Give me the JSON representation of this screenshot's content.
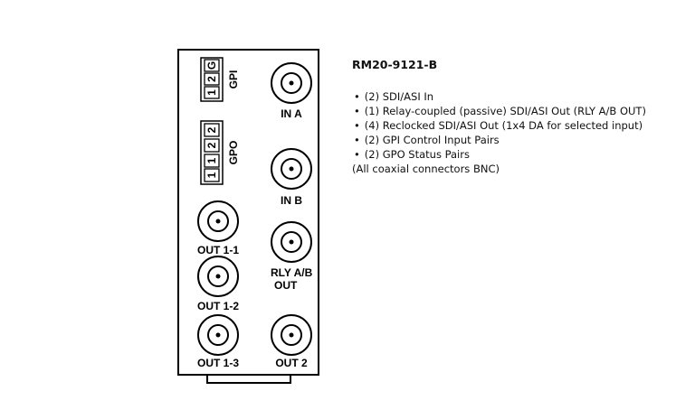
{
  "model": "RM20-9121-B",
  "features": [
    "(2) SDI/ASI In",
    "(1) Relay-coupled (passive) SDI/ASI Out (RLY A/B OUT)",
    "(4) Reclocked SDI/ASI Out (1x4 DA for selected input)",
    "(2) GPI Control Input Pairs",
    "(2) GPO Status Pairs"
  ],
  "note": "(All coaxial connectors BNC)",
  "panel": {
    "gpi": {
      "label": "GPI",
      "terminals": [
        "1",
        "2",
        "G"
      ]
    },
    "gpo": {
      "label": "GPO",
      "terminals": [
        "1",
        "1",
        "2",
        "2"
      ]
    },
    "connectors": {
      "in_a": "IN A",
      "in_b": "IN B",
      "out_1_1": "OUT 1-1",
      "rly_ab_out_line1": "RLY A/B",
      "rly_ab_out_line2": "OUT",
      "out_1_2": "OUT 1-2",
      "out_1_3": "OUT 1-3",
      "out_2": "OUT 2"
    }
  }
}
